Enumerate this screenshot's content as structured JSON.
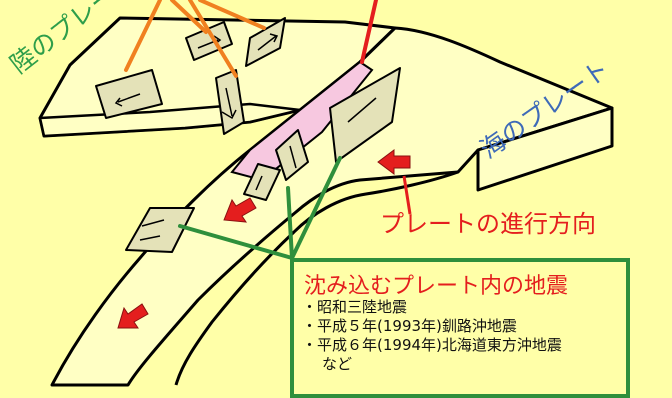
{
  "labels": {
    "land_plate": "陸のプレート",
    "sea_plate": "海のプレート",
    "direction": "プレートの進行方向"
  },
  "quake_box": {
    "title": "沈み込むプレート内の地震",
    "items": [
      "・昭和三陸地震",
      "・平成５年(1993年)釧路沖地震",
      "・平成６年(1994年)北海道東方沖地震"
    ],
    "etc": "など"
  },
  "colors": {
    "background": "#FFFFA8",
    "plate_fill": "#FFFFC4",
    "fault_fill": "#E4E2B8",
    "boundary_fill": "#F7C8E0",
    "orange_leader": "#F08020",
    "red_arrow": "#E41E1E",
    "green_leader": "#2F8F3C",
    "land_label": "#2E9E4A",
    "sea_label": "#3E6AB8"
  }
}
